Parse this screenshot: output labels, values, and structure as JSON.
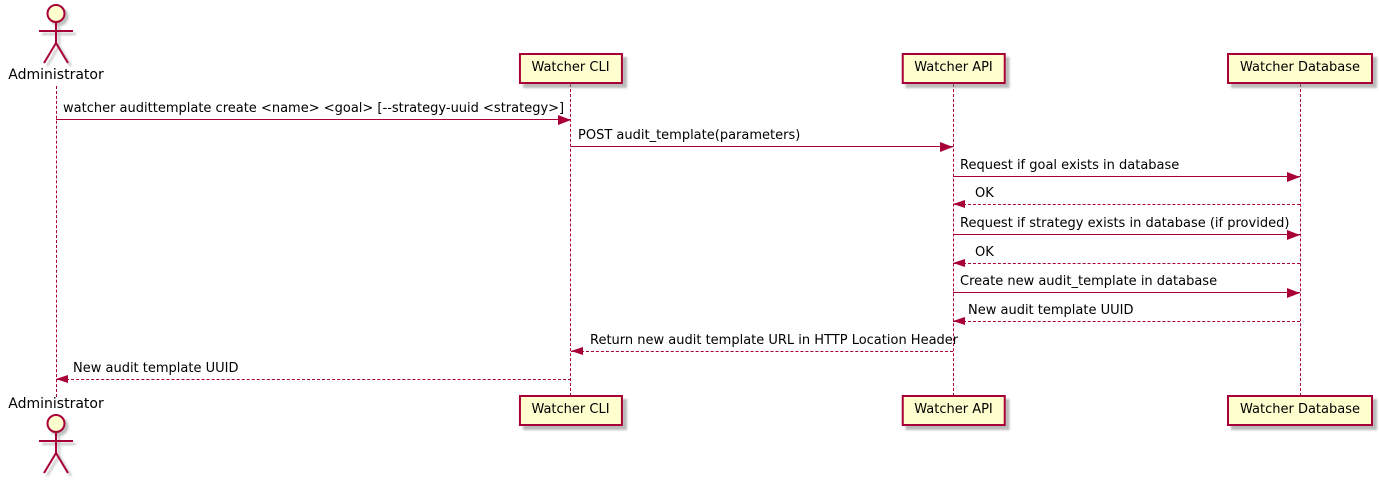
{
  "diagram": {
    "type": "sequence",
    "actor": {
      "name": "Administrator"
    },
    "participants": [
      {
        "label": "Watcher CLI"
      },
      {
        "label": "Watcher API"
      },
      {
        "label": "Watcher Database"
      }
    ],
    "messages": [
      {
        "from": "Administrator",
        "to": "Watcher CLI",
        "style": "solid",
        "text": "watcher audittemplate create <name> <goal> [--strategy-uuid <strategy>]"
      },
      {
        "from": "Watcher CLI",
        "to": "Watcher API",
        "style": "solid",
        "text": "POST audit_template(parameters)"
      },
      {
        "from": "Watcher API",
        "to": "Watcher Database",
        "style": "solid",
        "text": "Request if goal exists in database"
      },
      {
        "from": "Watcher Database",
        "to": "Watcher API",
        "style": "dashed",
        "text": "OK"
      },
      {
        "from": "Watcher API",
        "to": "Watcher Database",
        "style": "solid",
        "text": "Request if strategy exists in database (if provided)"
      },
      {
        "from": "Watcher Database",
        "to": "Watcher API",
        "style": "dashed",
        "text": "OK"
      },
      {
        "from": "Watcher API",
        "to": "Watcher Database",
        "style": "solid",
        "text": "Create new audit_template in database"
      },
      {
        "from": "Watcher Database",
        "to": "Watcher API",
        "style": "dashed",
        "text": "New audit template UUID"
      },
      {
        "from": "Watcher API",
        "to": "Watcher CLI",
        "style": "dashed",
        "text": "Return new audit template URL in HTTP Location Header"
      },
      {
        "from": "Watcher CLI",
        "to": "Administrator",
        "style": "dashed",
        "text": "New audit template UUID"
      }
    ],
    "colors": {
      "accent": "#A80036",
      "participant_fill": "#FEFECE",
      "actor_head_fill": "#FEFECE",
      "text": "#000000",
      "background": "#FFFFFF"
    }
  }
}
